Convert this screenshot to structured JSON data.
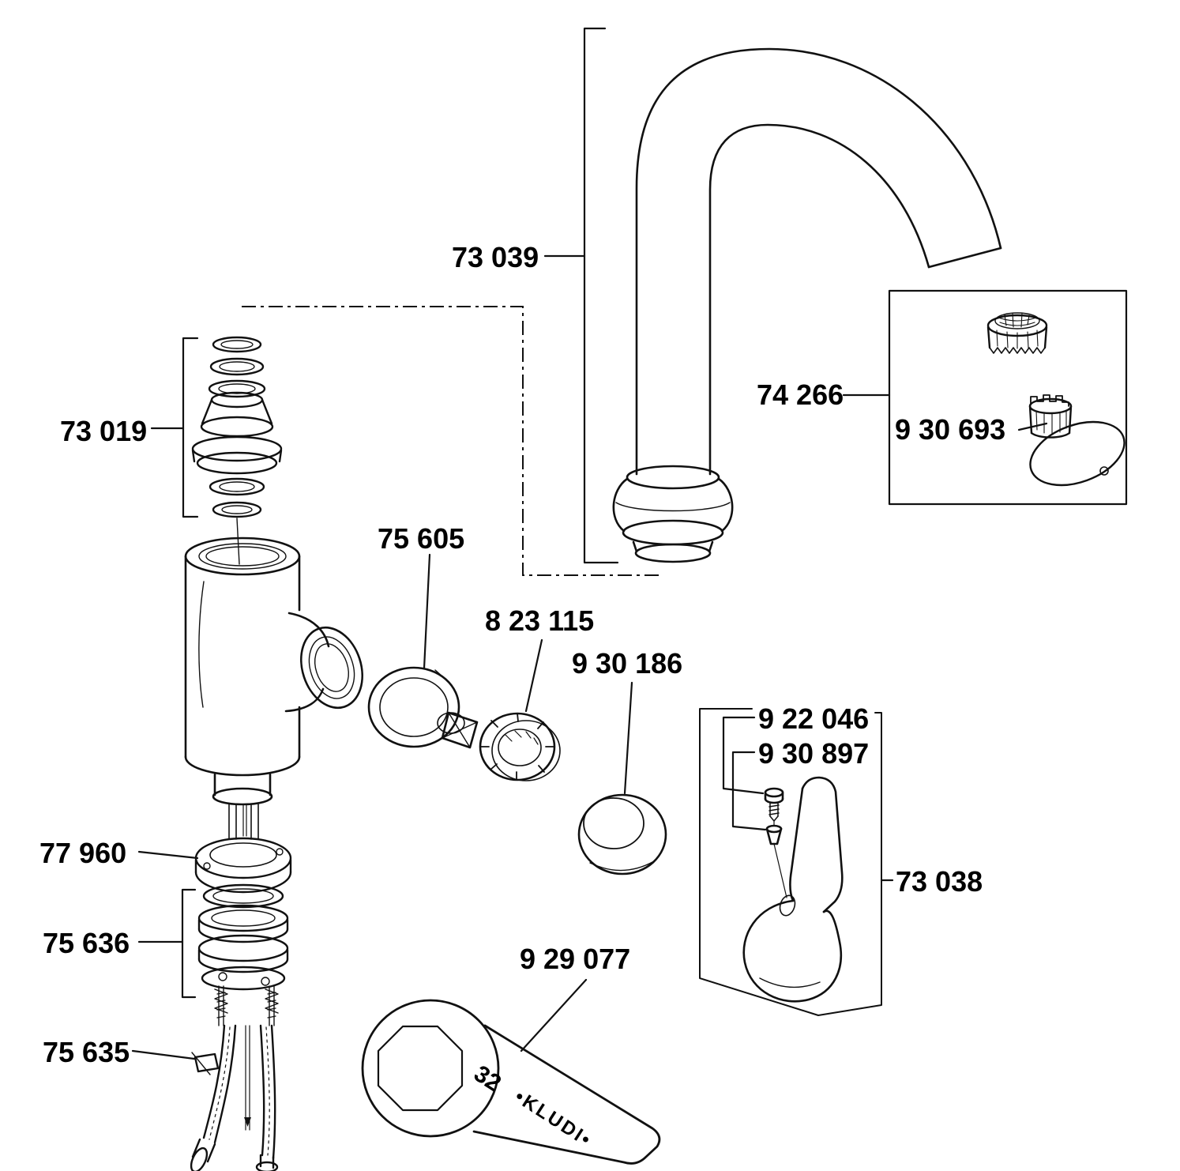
{
  "colors": {
    "line": "#111111",
    "background": "#ffffff",
    "text": "#000000"
  },
  "labels": {
    "spout": "73 039",
    "seal_kit": "73 019",
    "aerator_set": "74 266",
    "aerator_insert": "9 30 693",
    "cartridge": "75 605",
    "cartridge_ring_nut": "8 23 115",
    "cover_ring": "9 30 186",
    "handle_screw": "9 22 046",
    "handle_plug": "9 30 897",
    "handle": "73 038",
    "mounting_ring": "77 960",
    "mounting_set": "75 636",
    "supply_hoses": "75 635",
    "service_wrench": "9 29 077"
  },
  "wrench_markings": {
    "size": "32",
    "brand": "•KLUDI•"
  }
}
